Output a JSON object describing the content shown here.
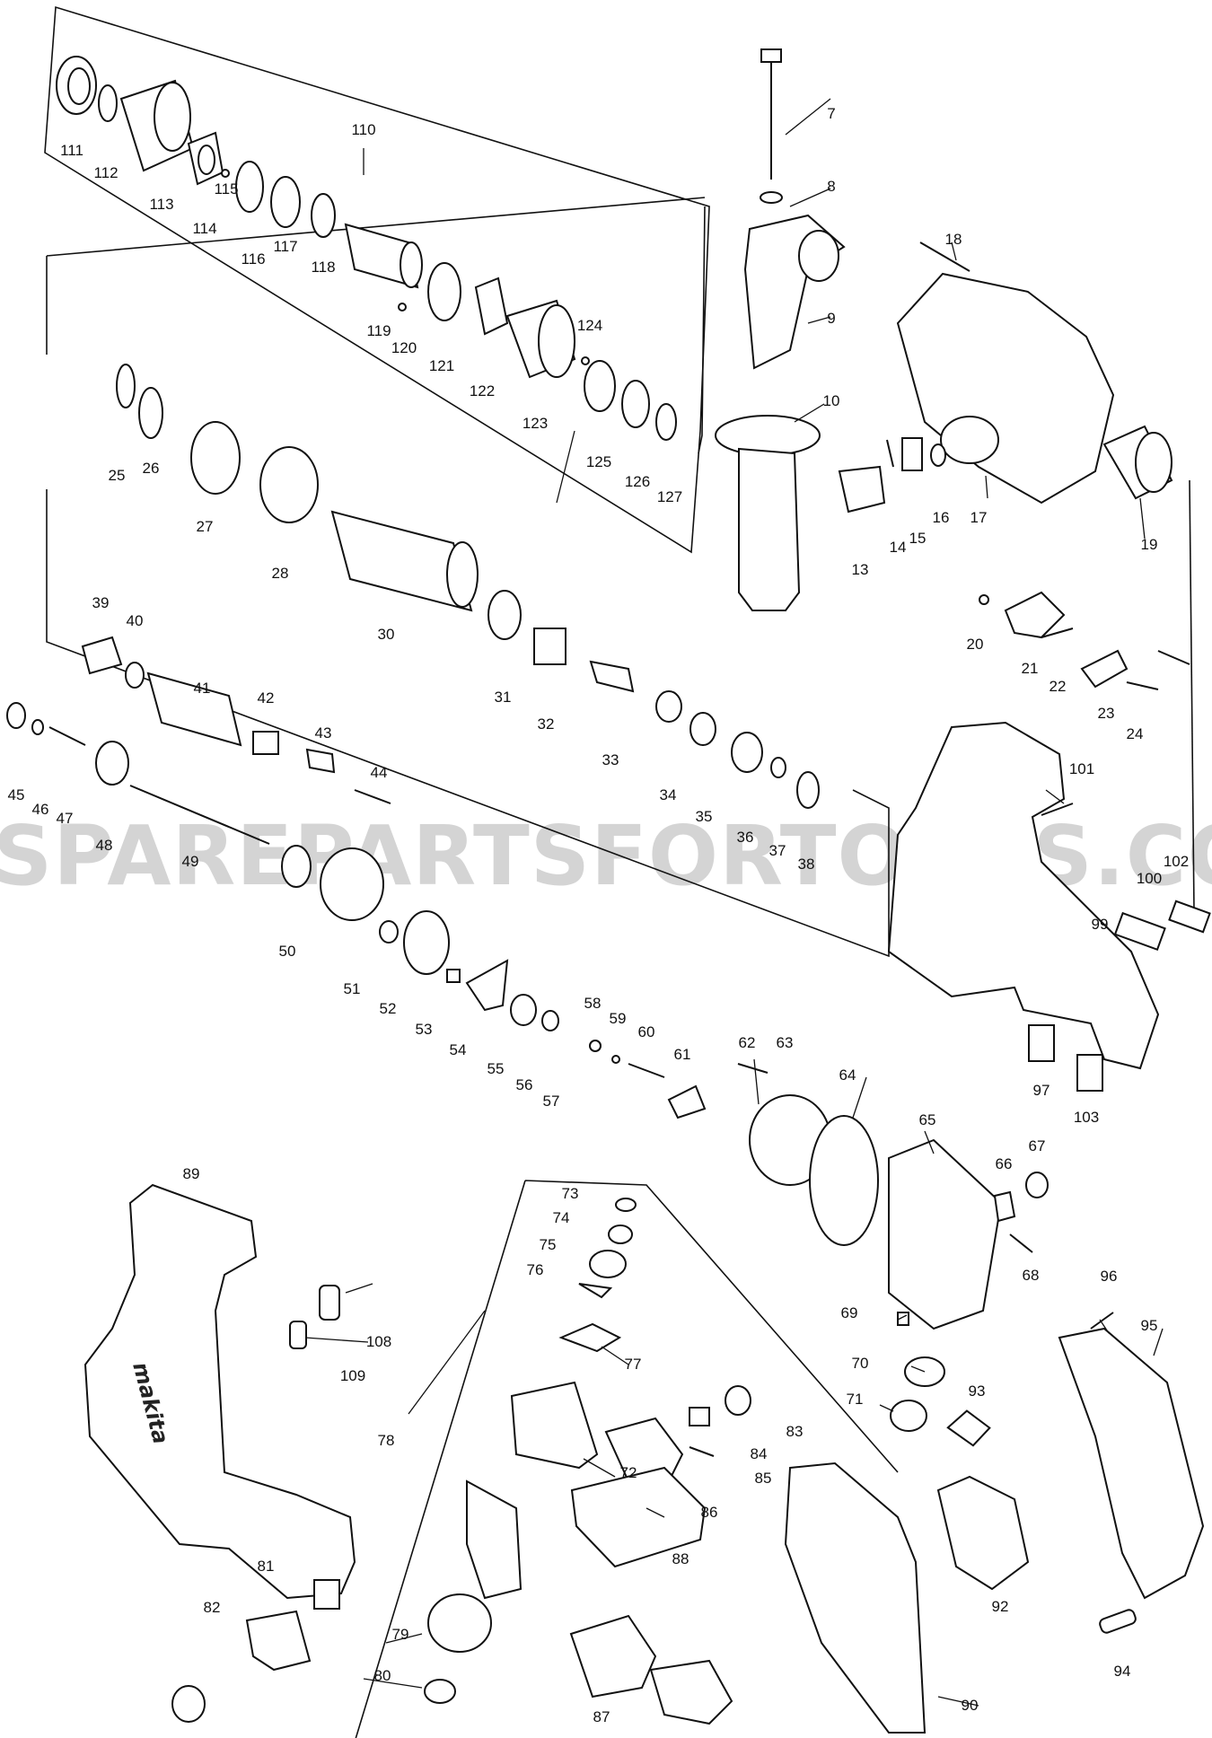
{
  "watermark": "SPAREPARTSFORTOOLS.COM.AU",
  "brand_logo": "makita",
  "part_numbers": [
    "7",
    "8",
    "9",
    "10",
    "13",
    "14",
    "15",
    "16",
    "17",
    "18",
    "19",
    "20",
    "21",
    "22",
    "23",
    "24",
    "25",
    "26",
    "27",
    "28",
    "30",
    "31",
    "32",
    "33",
    "34",
    "35",
    "36",
    "37",
    "38",
    "39",
    "40",
    "41",
    "42",
    "43",
    "44",
    "45",
    "46",
    "47",
    "48",
    "49",
    "50",
    "51",
    "52",
    "53",
    "54",
    "55",
    "56",
    "57",
    "58",
    "59",
    "60",
    "61",
    "62",
    "63",
    "64",
    "65",
    "66",
    "67",
    "68",
    "69",
    "70",
    "71",
    "72",
    "73",
    "74",
    "75",
    "76",
    "77",
    "78",
    "79",
    "80",
    "81",
    "82",
    "83",
    "84",
    "85",
    "86",
    "87",
    "88",
    "89",
    "90",
    "92",
    "93",
    "94",
    "95",
    "96",
    "97",
    "99",
    "100",
    "101",
    "102",
    "103",
    "108",
    "109",
    "110",
    "111",
    "112",
    "113",
    "114",
    "115",
    "116",
    "117",
    "118",
    "119",
    "120",
    "121",
    "122",
    "123",
    "124",
    "125",
    "126",
    "127"
  ]
}
